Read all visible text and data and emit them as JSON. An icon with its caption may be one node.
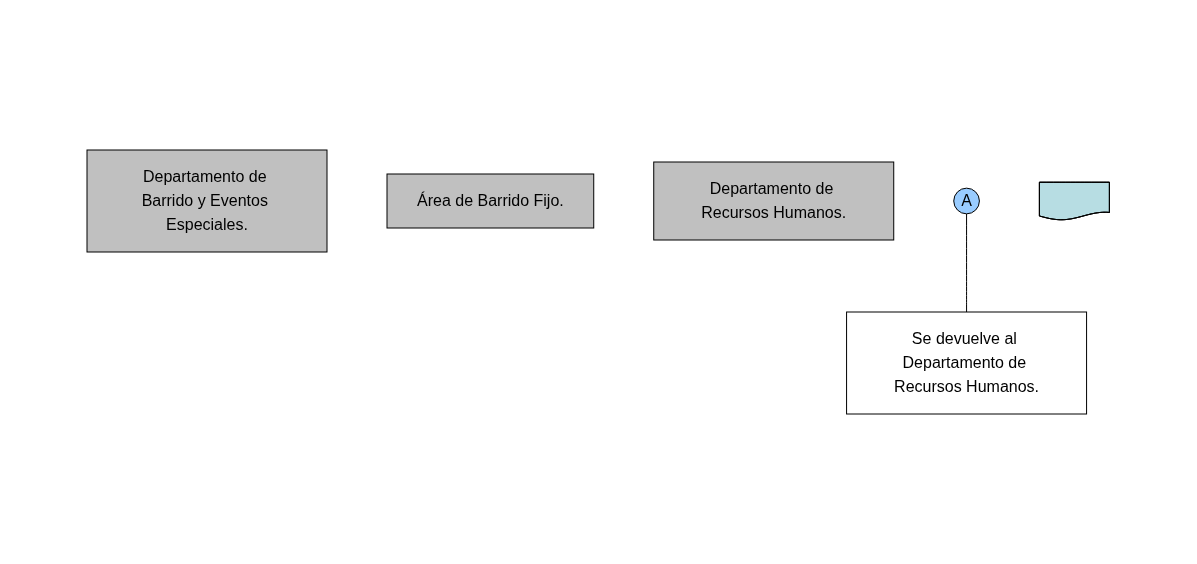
{
  "diagram": {
    "nodes": [
      {
        "text": [
          "Departamento de Barrido y Eventos Especiales."
        ]
      },
      {
        "text": [
          "Área de Barrido Fijo."
        ]
      },
      {
        "text": [
          "Departamento de Recursos Humanos."
        ]
      },
      {
        "text": [
          "A"
        ]
      },
      {
        "text": [
          "Se devuelve al Departamento de Recursos Humanos."
        ]
      },
      {
        "text": [],
        "shape": "document"
      }
    ],
    "edges": [
      {
        "from": 3,
        "to": 4,
        "arrow": "none"
      }
    ]
  }
}
